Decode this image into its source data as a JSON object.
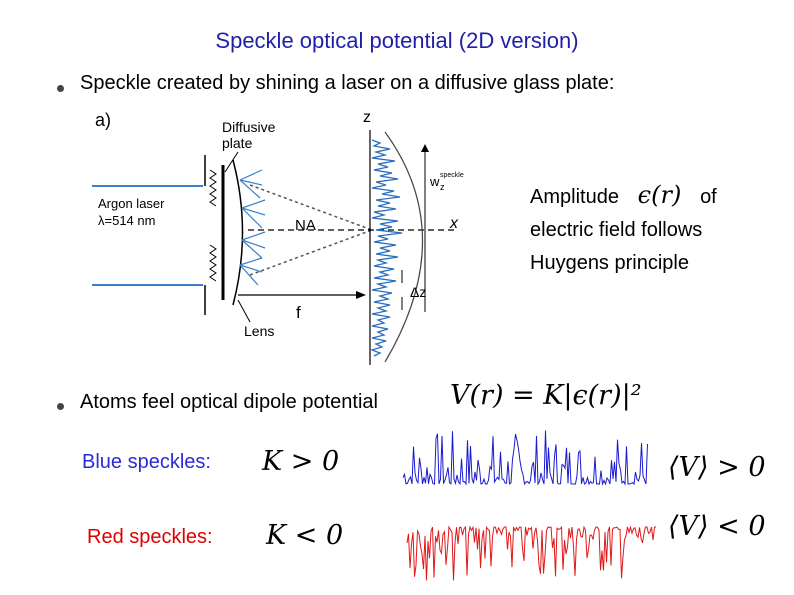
{
  "title": "Speckle optical potential (2D version)",
  "bullets": {
    "item1": "Speckle created by shining a laser on a diffusive glass plate:",
    "item2": "Atoms feel optical dipole potential"
  },
  "figure": {
    "panel_label": "a)",
    "diffusive_plate_line1": "Diffusive",
    "diffusive_plate_line2": "plate",
    "laser_line1": "Argon laser",
    "laser_line2": "λ=514 nm",
    "na_label": "NA",
    "lens_label": "Lens",
    "f_label": "f",
    "z_axis_label": "z",
    "x_axis_label": "x",
    "w_label": "w",
    "w_sub": "z",
    "w_sup": "speckle",
    "dz_label": "Δz"
  },
  "amplitude_text": {
    "word1": "Amplitude",
    "symbol": "ϵ(r)",
    "word2": "of",
    "line2": "electric field follows",
    "line3": "Huygens principle"
  },
  "equations": {
    "potential": "V(r) = K|ϵ(r)|²",
    "k_positive": "K > 0",
    "k_negative": "K < 0",
    "v_positive": "⟨V⟩ > 0",
    "v_negative": "⟨V⟩ < 0"
  },
  "labels": {
    "blue": "Blue speckles:",
    "red": "Red speckles:"
  },
  "colors": {
    "title": "#1f1fa8",
    "blue_trace": "#1a1ad0",
    "red_trace": "#e01818",
    "figure_blue": "#3a7fc8"
  }
}
